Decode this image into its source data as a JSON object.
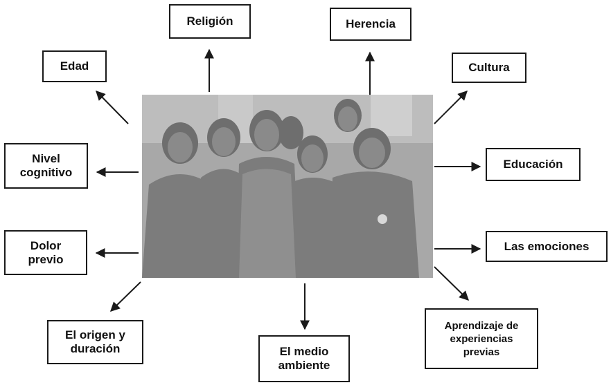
{
  "diagram": {
    "factors": {
      "religion": "Religión",
      "herencia": "Herencia",
      "edad": "Edad",
      "cultura": "Cultura",
      "nivel_cognitivo": "Nivel\ncognitivo",
      "educacion": "Educación",
      "dolor_previo": "Dolor\nprevio",
      "emociones": "Las emociones",
      "origen": "El origen y\nduración",
      "medio_ambiente": "El medio\nambiente",
      "aprendizaje": "Aprendizaje de\nexperiencias\nprevias"
    }
  },
  "colors": {
    "border": "#1a1a1a",
    "arrow": "#1a1a1a",
    "photo_background": "#9a9a9a"
  }
}
